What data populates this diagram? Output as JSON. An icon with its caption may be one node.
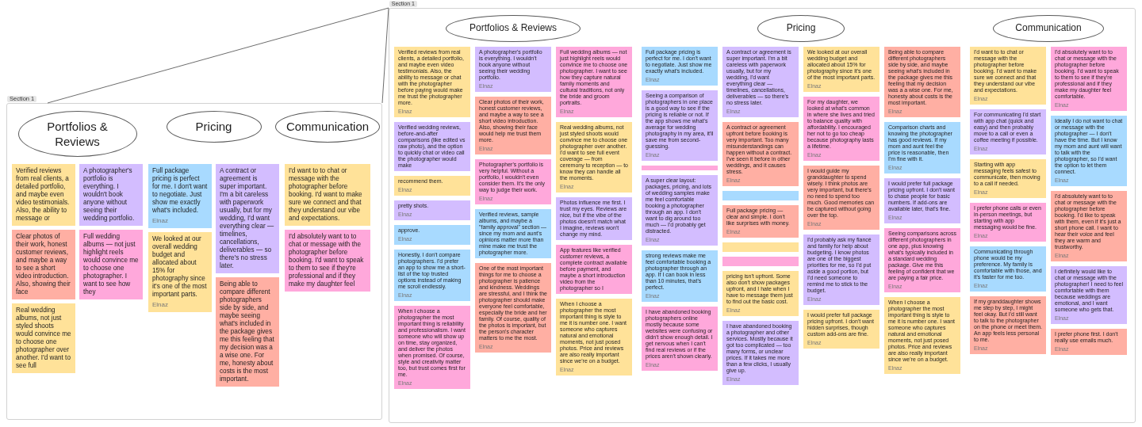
{
  "diagram": {
    "nodes": [
      {
        "text": [
          "Section 1"
        ]
      },
      {
        "text": [
          "Portfolios & Reviews"
        ],
        "in": 0
      },
      {
        "text": [
          "Pricing"
        ],
        "in": 0
      },
      {
        "text": [
          "Communication"
        ],
        "in": 0
      },
      {
        "text": [
          "Verified reviews from real clients, a detailed portfolio, and maybe even video testimonials. Also, the ability to message or chat with the photographer before paying would make me trust the photographer more.",
          "Elnaz"
        ],
        "in": 0
      },
      {
        "text": [
          "A photographer's portfolio is everything. I wouldn't book anyone without seeing their wedding portfolio.",
          "Elnaz"
        ],
        "in": 0
      },
      {
        "text": [
          "Clear photos of their work, honest customer reviews, and maybe a way to see a short video introduction. Also, showing their face would help me trust them more.",
          "Elnaz"
        ],
        "in": 0
      },
      {
        "text": [
          "Full wedding albums — not just highlight reels would convince me to choose one photographer. I want to see how they capture natural family moments and cultural traditions, not only the bride and groom portraits.",
          "Elnaz"
        ],
        "in": 0
      },
      {
        "text": [
          "Real wedding albums, not just styled shoots would convince me to choose one photographer over another. I'd want to see full event coverage — from ceremony to reception — to know they can handle all the moments.",
          "Elnaz"
        ],
        "in": 0
      },
      {
        "text": [
          "Verified wedding reviews, before-and-after comparisons (like edited vs raw photo), and the option to quickly chat or video call the photographer would make"
        ],
        "in": 0
      },
      {
        "text": [
          "Photographer's portfolio is very helpful. Without a portfolio, I wouldn't even consider them. It's the only way to judge their work.",
          "Elnaz"
        ],
        "in": 0
      },
      {
        "text": [
          "Verified reviews, sample albums, and maybe a \"family approval\" section — since my mom and aunt's opinions matter more than mine make me trust the photographer more."
        ],
        "in": 0
      },
      {
        "text": [
          "Photos influence me first. I trust my eyes. Reviews are nice, but if the vibe of the photos doesn't match what I imagine, reviews won't change my mind."
        ],
        "in": 0
      },
      {
        "text": [
          "App features like verified customer reviews, a complete contract available before payment, and maybe a short introduction video from the photographer so I"
        ],
        "in": 0
      },
      {
        "text": [
          "recommend them.",
          "Elnaz"
        ],
        "in": 0
      },
      {
        "text": [
          "One of the most important things for me to choose a photographer is patience and kindness. Weddings are stressful, and I think the photographer should make everyone feel comfortable, especially the bride and her family. Of course, quality of the photos is important, but the person's character matters to me the most.",
          "Elnaz"
        ],
        "in": 0
      },
      {
        "text": [
          "pretty shots.",
          "Elnaz"
        ],
        "in": 0
      },
      {
        "text": [
          "approve.",
          "Elnaz"
        ],
        "in": 0
      },
      {
        "text": [
          "Honestly, I don't compare photographers. I'd prefer an app to show me a short-list of the top trusted options instead of making me scroll endlessly.",
          "Elnaz"
        ],
        "in": 0
      },
      {
        "text": [
          "When I choose a photographer the most important thing is style to me it is number one. I want someone who captures natural and emotional moments, not just posed photos. Price and reviews are also really important since we're on a budget.",
          "Elnaz"
        ],
        "in": 0
      },
      {
        "text": [
          "When I choose a photographer the most important thing is reliability and professionalism. I want someone who will show up on time, stay organized, and deliver the photos when promised. Of course, style and creativity matter too, but trust comes first for me.",
          "Elnaz"
        ],
        "in": 0
      },
      {
        "text": [
          "Full package pricing is perfect for me. I don't want to negotiate. Just show me exactly what's included.",
          "Elnaz"
        ],
        "in": 0
      },
      {
        "text": [
          "A contract or agreement is super important. I'm a bit careless with paperwork usually, but for my wedding, I'd want everything clear — timelines, cancellations, deliverables — so there's no stress later.",
          "Elnaz"
        ],
        "in": 0
      },
      {
        "text": [
          "We looked at our overall wedding budget and allocated about 15% for photography since it's one of the most important parts.",
          "Elnaz"
        ],
        "in": 0
      },
      {
        "text": [
          "Being able to compare different photographers side by side, and maybe seeing what's included in the package gives me this feeling that my decision was a a wise one. For me, honesty about costs is the most important.",
          "Elnaz"
        ],
        "in": 0
      },
      {
        "text": [
          "Seeing a comparison of photographers in one place is a good way to see if the pricing is reliable or not. If the app shows me what's average for wedding photography in my area, it'll save me from second-guessing.",
          "Elnaz"
        ],
        "in": 0
      },
      {
        "text": [
          "For my daughter, we looked at what's common in where she lives and tried to balance quality with affordability. I encouraged her not to go too cheap because photography lasts a lifetime.",
          "Elnaz"
        ],
        "in": 0
      },
      {
        "text": [
          "A contract or agreement upfront before booking is very important. Too many misunderstandings can happen without a contract. I've seen it before in other weddings, and it causes stress.",
          "Elnaz"
        ],
        "in": 0
      },
      {
        "text": [
          "Comparison charts and knowing the photographer has good reviews. If my mom and aunt feel the price is reasonable, then I'm fine with it.",
          "Elnaz"
        ],
        "in": 0
      },
      {
        "text": [
          "I would guide my granddaughter to spend wisely. I think photos are very important, but there's no need to spend too much. Good memories can be captured without going over the top.",
          "Elnaz"
        ],
        "in": 0
      },
      {
        "text": [],
        "shape": "box",
        "in": 0
      },
      {
        "text": [
          "I would prefer full package pricing upfront. I don't want to chase people for basic numbers. If add-ons are available later, that's fine.",
          "Elnaz"
        ],
        "in": 0
      },
      {
        "text": [],
        "shape": "box",
        "in": 0
      },
      {
        "text": [
          "Full package pricing — clear and simple. I don't like surprises with money.",
          "Elnaz"
        ],
        "in": 0
      },
      {
        "text": [],
        "shape": "box",
        "in": 0
      },
      {
        "text": [
          "I'd probably ask my fiancé and family for help about budgeting. I know photos are one of the biggest priorities for me, so I'd put aside a good portion, but I'd need someone to remind me to stick to the budget.",
          "Elnaz"
        ],
        "in": 0
      },
      {
        "text": [
          "Seeing comparisons across different photographers in one app, plus knowing what's typically included in a standard wedding package. Give me this feeling of confident that we are paying a fair price.",
          "Elnaz"
        ],
        "in": 0
      },
      {
        "text": [],
        "shape": "box",
        "in": 0
      },
      {
        "text": [
          "I would prefer full package pricing upfront. I don't want hidden surprises, though custom add-ons are fine.",
          "Elnaz"
        ],
        "in": 0
      },
      {
        "text": [
          "When I choose a photographer the most important thing is style to me it is number one. I want someone who captures natural and emotional moments, not just posed photos. Price and reviews are also really important since we're on a budget.",
          "Elnaz"
        ],
        "in": 0
      },
      {
        "text": [
          "A super clear layout: packages, pricing, and lots of wedding samples make me feel comfortable booking a photographer through an app. I don't want to dig around too much — I'd probably get distracted.",
          "Elnaz"
        ],
        "in": 0
      },
      {
        "text": [
          "strong reviews make me feel comfortable booking a photographer through an app. If I can book in less than 10 minutes, that's perfect.",
          "Elnaz"
        ],
        "in": 0
      },
      {
        "text": [
          "pricing isn't upfront. Some also don't show packages upfront, and I hate when I have to message them just to find out the basic cost.",
          "Elnaz"
        ],
        "in": 0
      },
      {
        "text": [
          "I have abandoned booking photographers online mostly because some websites were confusing or didn't show enough detail. I get nervous when I can't find real reviews or if the prices aren't shown clearly.",
          "Elnaz"
        ],
        "in": 0
      },
      {
        "text": [
          "I have abandoned booking a photographer and other services. Mostly because it got too complicated — too many forms, or unclear prices. If it takes me more than a few clicks, I usually give up.",
          "Elnaz"
        ],
        "in": 0
      },
      {
        "text": [
          "I'd want to to chat or message with the photographer before booking. I'd want to make sure we connect and that they understand our vibe and expectations.",
          "Elnaz"
        ],
        "in": 0
      },
      {
        "text": [
          "I'd absolutely want to to chat or message with the photographer before booking. I'd want to speak to them to see if they're professional and if they make my daughter feel comfortable.",
          "Elnaz"
        ],
        "in": 0
      },
      {
        "text": [
          "For communicating I'd start with app chat (quick and easy) and then probably move to a call or even a coffee meeting if possible.",
          "Elnaz"
        ],
        "in": 0
      },
      {
        "text": [
          "Ideally I do not want to chat or message with the photographer — I don't have the time. But I know my mom and aunt will want to talk with the photographer, so I'd want the option to let them connect.",
          "Elnaz"
        ],
        "in": 0
      },
      {
        "text": [
          "Starting with app messaging feels safest to communicate, then moving to a call if needed.",
          "Elnaz"
        ],
        "in": 0
      },
      {
        "text": [
          "I'd absolutely want to to chat or message with the photographer before booking. I'd like to speak with them, even if it's just a short phone call. I want to hear their voice and feel they are warm and trustworthy.",
          "Elnaz"
        ],
        "in": 0
      },
      {
        "text": [
          "I prefer phone calls or even in-person meetings, but starting with app messaging would be fine.",
          "Elnaz"
        ],
        "in": 0
      },
      {
        "text": [
          "I definitely would like to chat or message with the photographer! I need to feel comfortable with them because weddings are emotional, and I want someone who gets that.",
          "Elnaz"
        ],
        "in": 0
      },
      {
        "text": [
          "Communicating through phone would be my preference. My family is comfortable with those, and it's faster for me too.",
          "Elnaz"
        ],
        "in": 0
      },
      {
        "text": [
          "I prefer phone first. I don't really use emails much.",
          "Elnaz"
        ],
        "in": 0
      },
      {
        "text": [
          "If my granddaughter shows me step by step, I might feel okay. But I'd still want to talk to the photographer on the phone or meet them. An app feels less personal to me.",
          "Elnaz"
        ],
        "in": 0
      },
      {
        "text": [
          "Section 1"
        ]
      },
      {
        "text": [
          "Portfolios & Reviews"
        ],
        "in": 56
      },
      {
        "text": [
          "Pricing"
        ],
        "in": 56
      },
      {
        "text": [
          "Communication"
        ],
        "in": 56
      },
      {
        "text": [
          "Verified reviews from real clients, a detailed portfolio, and maybe even video testimonials. Also, the ability to message or"
        ],
        "in": 56
      },
      {
        "text": [
          "A photographer's portfolio is everything. I wouldn't book anyone without seeing their wedding portfolio."
        ],
        "in": 56
      },
      {
        "text": [
          "Clear photos of their work, honest customer reviews, and maybe a way to see a short video introduction. Also, showing their face"
        ],
        "in": 56
      },
      {
        "text": [
          "Full wedding albums — not just highlight reels would convince me to choose one photographer. I want to see how they"
        ],
        "in": 56
      },
      {
        "text": [
          "Real wedding albums, not just styled shoots would convince me to choose one photographer over another. I'd want to see full"
        ],
        "in": 56
      },
      {
        "text": [
          "Full package pricing is perfect for me. I don't want to negotiate. Just show me exactly what's included.",
          "Elnaz"
        ],
        "in": 56
      },
      {
        "text": [
          "A contract or agreement is super important. I'm a bit careless with paperwork usually, but for my wedding, I'd want everything clear — timelines, cancellations, deliverables — so there's no stress later."
        ],
        "in": 56
      },
      {
        "text": [
          "We looked at our overall wedding budget and allocated about 15% for photography since it's one of the most important parts.",
          "Elnaz"
        ],
        "in": 56
      },
      {
        "text": [
          "Being able to compare different photographers side by side, and maybe seeing what's included in the package gives me this feeling that my decision was a a wise one. For me, honesty about costs is the most important."
        ],
        "in": 56
      },
      {
        "text": [
          "I'd want to to chat or message with the photographer before booking. I'd want to make sure we connect and that they understand our vibe and expectations."
        ],
        "in": 56
      },
      {
        "text": [
          "I'd absolutely want to to chat or message with the photographer before booking. I'd want to speak to them to see if they're professional and if they make my daughter feel"
        ],
        "in": 56
      }
    ],
    "edges": [
      {
        "from": 56,
        "to": 0,
        "arrow": "none"
      },
      {
        "from": 56,
        "to": 0,
        "arrow": "none"
      }
    ]
  }
}
